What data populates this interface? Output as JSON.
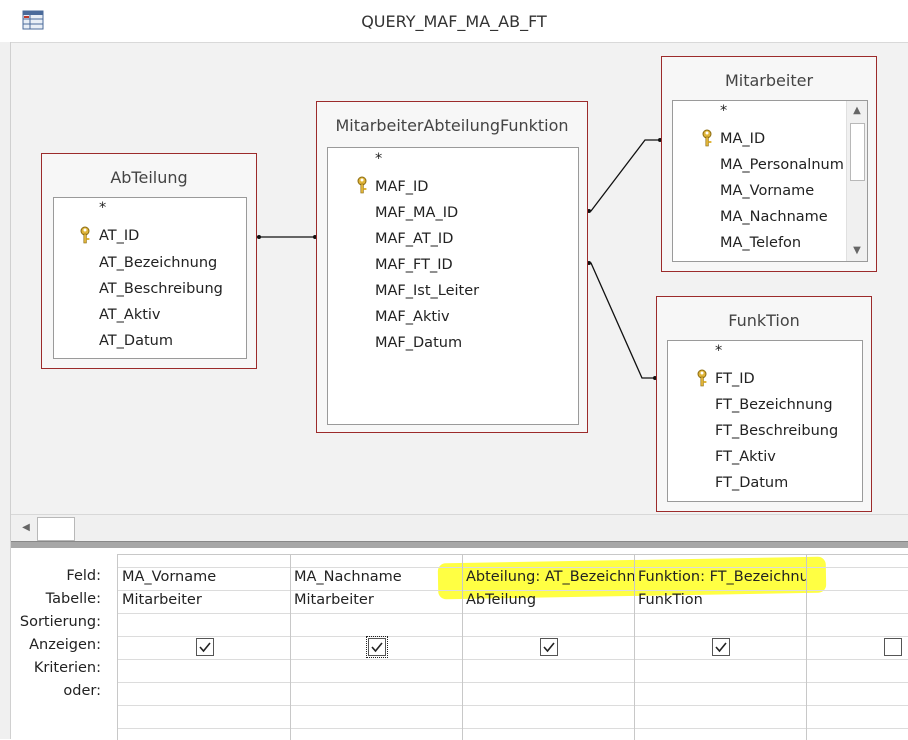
{
  "window": {
    "title": "QUERY_MAF_MA_AB_FT"
  },
  "tables": [
    {
      "id": "abteilung",
      "title": "AbTeilung",
      "fields": [
        {
          "name": "*",
          "key": false
        },
        {
          "name": "AT_ID",
          "key": true
        },
        {
          "name": "AT_Bezeichnung",
          "key": false
        },
        {
          "name": "AT_Beschreibung",
          "key": false
        },
        {
          "name": "AT_Aktiv",
          "key": false
        },
        {
          "name": "AT_Datum",
          "key": false
        }
      ]
    },
    {
      "id": "maf",
      "title": "MitarbeiterAbteilungFunktion",
      "fields": [
        {
          "name": "*",
          "key": false
        },
        {
          "name": "MAF_ID",
          "key": true
        },
        {
          "name": "MAF_MA_ID",
          "key": false
        },
        {
          "name": "MAF_AT_ID",
          "key": false
        },
        {
          "name": "MAF_FT_ID",
          "key": false
        },
        {
          "name": "MAF_Ist_Leiter",
          "key": false
        },
        {
          "name": "MAF_Aktiv",
          "key": false
        },
        {
          "name": "MAF_Datum",
          "key": false
        }
      ]
    },
    {
      "id": "mitarbeiter",
      "title": "Mitarbeiter",
      "fields": [
        {
          "name": "*",
          "key": false
        },
        {
          "name": "MA_ID",
          "key": true
        },
        {
          "name": "MA_Personalnum",
          "key": false
        },
        {
          "name": "MA_Vorname",
          "key": false
        },
        {
          "name": "MA_Nachname",
          "key": false
        },
        {
          "name": "MA_Telefon",
          "key": false
        }
      ]
    },
    {
      "id": "funktion",
      "title": "FunkTion",
      "fields": [
        {
          "name": "*",
          "key": false
        },
        {
          "name": "FT_ID",
          "key": true
        },
        {
          "name": "FT_Bezeichnung",
          "key": false
        },
        {
          "name": "FT_Beschreibung",
          "key": false
        },
        {
          "name": "FT_Aktiv",
          "key": false
        },
        {
          "name": "FT_Datum",
          "key": false
        }
      ]
    }
  ],
  "grid": {
    "row_labels": [
      "Feld:",
      "Tabelle:",
      "Sortierung:",
      "Anzeigen:",
      "Kriterien:",
      "oder:"
    ],
    "columns": [
      {
        "feld": "MA_Vorname",
        "tabelle": "Mitarbeiter",
        "anzeigen": true,
        "highlighted": false
      },
      {
        "feld": "MA_Nachname",
        "tabelle": "Mitarbeiter",
        "anzeigen": true,
        "highlighted": false
      },
      {
        "feld": "Abteilung: AT_Bezeichnu",
        "tabelle": "AbTeilung",
        "anzeigen": true,
        "highlighted": true
      },
      {
        "feld": "Funktion: FT_Bezeichnur",
        "tabelle": "FunkTion",
        "anzeigen": true,
        "highlighted": true
      },
      {
        "feld": "",
        "tabelle": "",
        "anzeigen": false,
        "highlighted": false
      }
    ]
  },
  "colors": {
    "table_border": "#9c2b2b",
    "highlight": "#ffff33",
    "canvas": "#f2f2f2"
  },
  "icons": {
    "app": "query-datasheet-icon",
    "primary_key": "key-icon"
  }
}
